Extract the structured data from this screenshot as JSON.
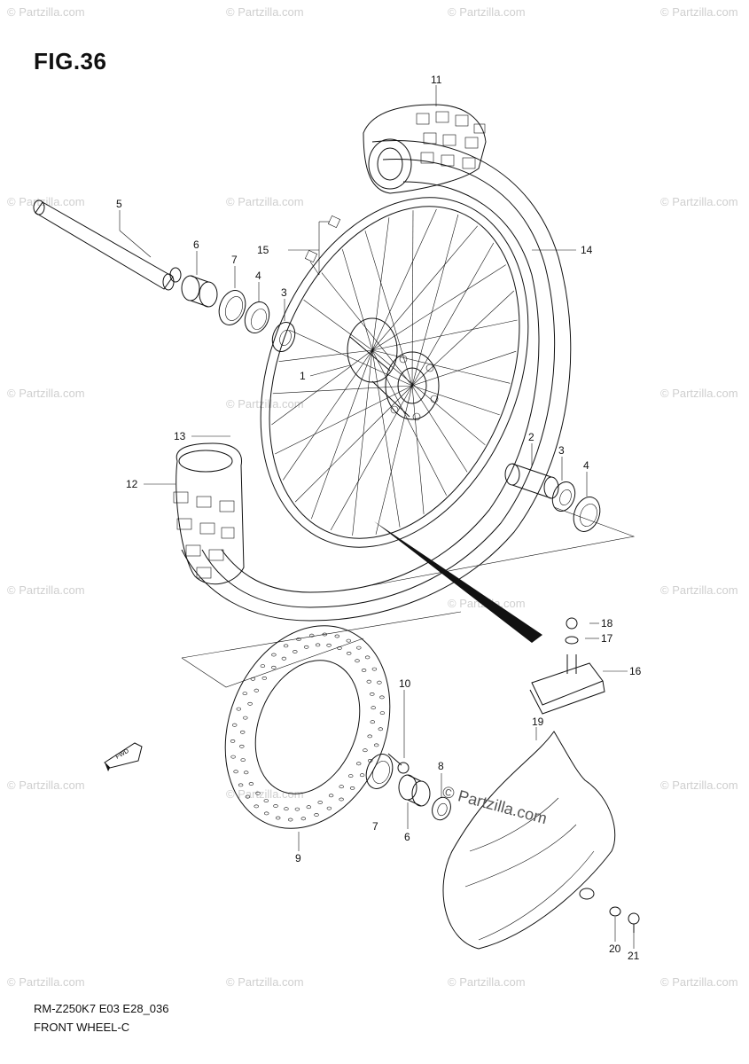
{
  "figure": {
    "title": "FIG.36",
    "model_code": "RM-Z250K7 E03 E28_036",
    "caption": "FRONT WHEEL-C",
    "fwd_label": "FWD"
  },
  "watermark": {
    "text": "© Partzilla.com",
    "center_text": "© Partzilla.com"
  },
  "callouts": {
    "c1": "1",
    "c2": "2",
    "c3a": "3",
    "c3b": "3",
    "c4a": "4",
    "c4b": "4",
    "c5": "5",
    "c6a": "6",
    "c6b": "6",
    "c7a": "7",
    "c7b": "7",
    "c8": "8",
    "c9": "9",
    "c10": "10",
    "c11": "11",
    "c12": "12",
    "c13": "13",
    "c14": "14",
    "c15": "15",
    "c16": "16",
    "c17": "17",
    "c18": "18",
    "c19": "19",
    "c20": "20",
    "c21": "21"
  },
  "colors": {
    "line": "#111111",
    "watermark": "#cfcfcf",
    "background": "#ffffff"
  }
}
